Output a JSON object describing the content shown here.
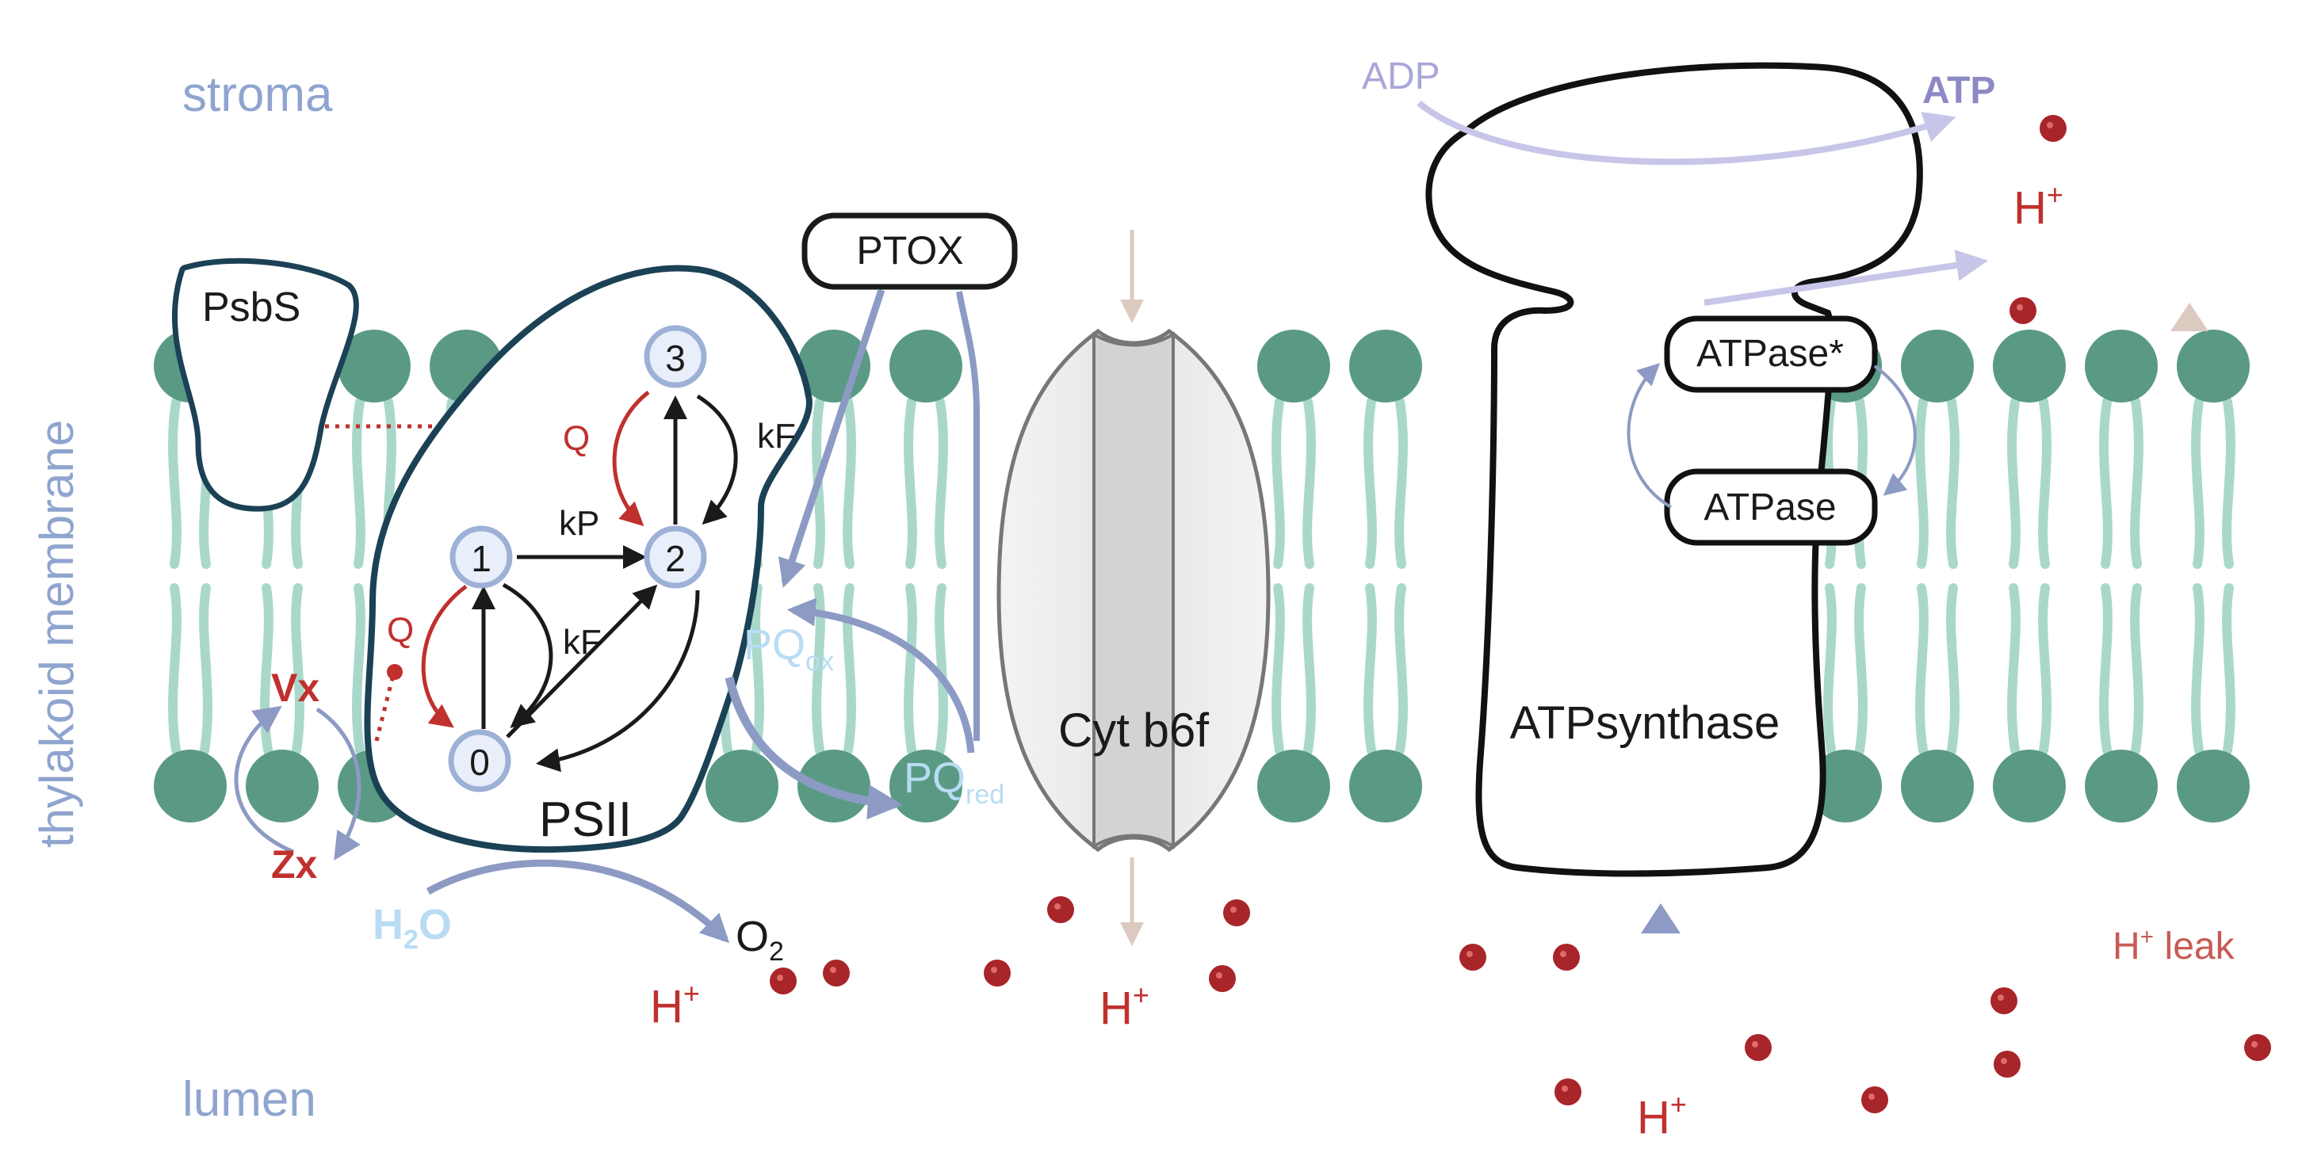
{
  "regions": {
    "stroma": "stroma",
    "membrane": "thylakoid membrane",
    "lumen": "lumen"
  },
  "complexes": {
    "psbs": "PsbS",
    "psii": "PSII",
    "ptox": "PTOX",
    "cyt_b6f": "Cyt b6f",
    "atp_synthase": "ATPsynthase",
    "atpase_active": "ATPase*",
    "atpase_inactive": "ATPase"
  },
  "psii_states": [
    "0",
    "1",
    "2",
    "3"
  ],
  "rate_labels": {
    "kp": "kP",
    "kf_upper": "kF",
    "kf_lower": "kF",
    "q_upper": "Q",
    "q_lower": "Q"
  },
  "xanthophylls": {
    "vx": "Vx",
    "zx": "Zx"
  },
  "plastoquinone": {
    "pq_ox_base": "PQ",
    "pq_ox_sub": "ox",
    "pq_red_base": "PQ",
    "pq_red_sub": "red"
  },
  "water_split": {
    "h2o_base": "H",
    "h2o_sub": "2",
    "h2o_tail": "O",
    "o2_base": "O",
    "o2_sub": "2"
  },
  "atp": {
    "adp": "ADP",
    "atp": "ATP"
  },
  "protons": {
    "base": "H",
    "sup": "+",
    "leak_suffix": " leak"
  },
  "colors": {
    "head_group": "#5a9a85",
    "tail": "#a9d8cb",
    "psii_outline": "#1b4155",
    "state_ring": "#9db0d6",
    "state_fill": "#e8effa",
    "red": "#c0302d",
    "blue_arrow": "#8c9ac4",
    "purple_arrow": "#c7c6e9",
    "tan_arrow": "#dccac0",
    "proton_dot": "#a8252a",
    "light_blue_text": "#b8dcf3",
    "region_text": "#8fa4cf"
  }
}
